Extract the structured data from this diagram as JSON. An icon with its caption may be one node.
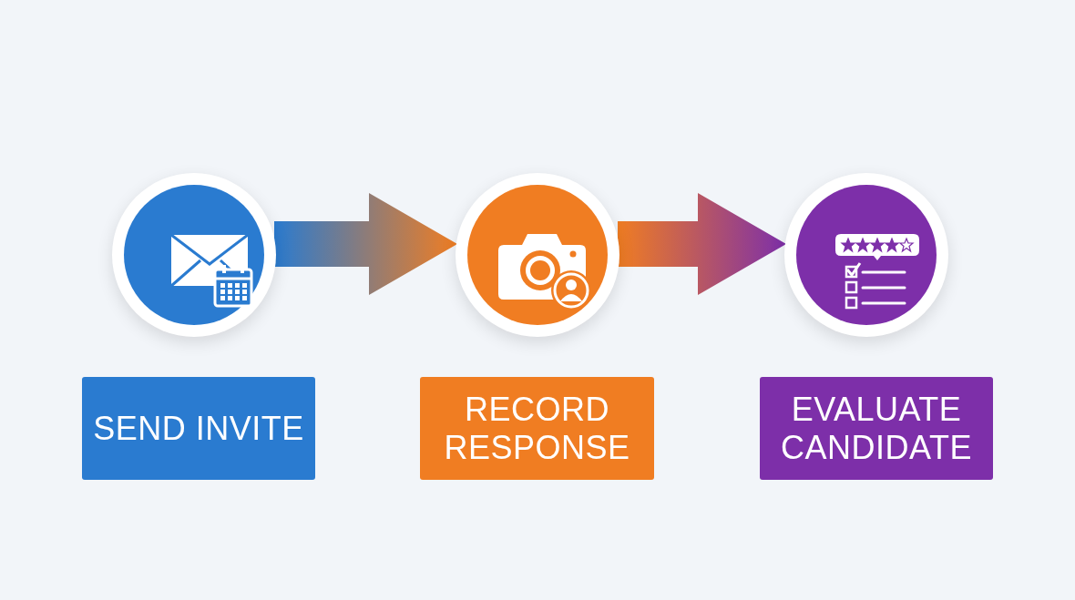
{
  "diagram": {
    "nodes": [
      {
        "text": [],
        "shape": "circle"
      },
      {
        "text": [],
        "shape": "circle"
      },
      {
        "text": [],
        "shape": "circle"
      },
      {
        "text": [
          "SEND INVITE"
        ]
      },
      {
        "text": [
          "RECORD RESPONSE"
        ]
      },
      {
        "text": [
          "EVALUATE CANDIDATE"
        ]
      }
    ],
    "edges": [
      {
        "from": 0,
        "to": 1,
        "arrow": "to",
        "style": "thick"
      },
      {
        "from": 1,
        "to": 2,
        "arrow": "to",
        "style": "thick"
      }
    ]
  }
}
